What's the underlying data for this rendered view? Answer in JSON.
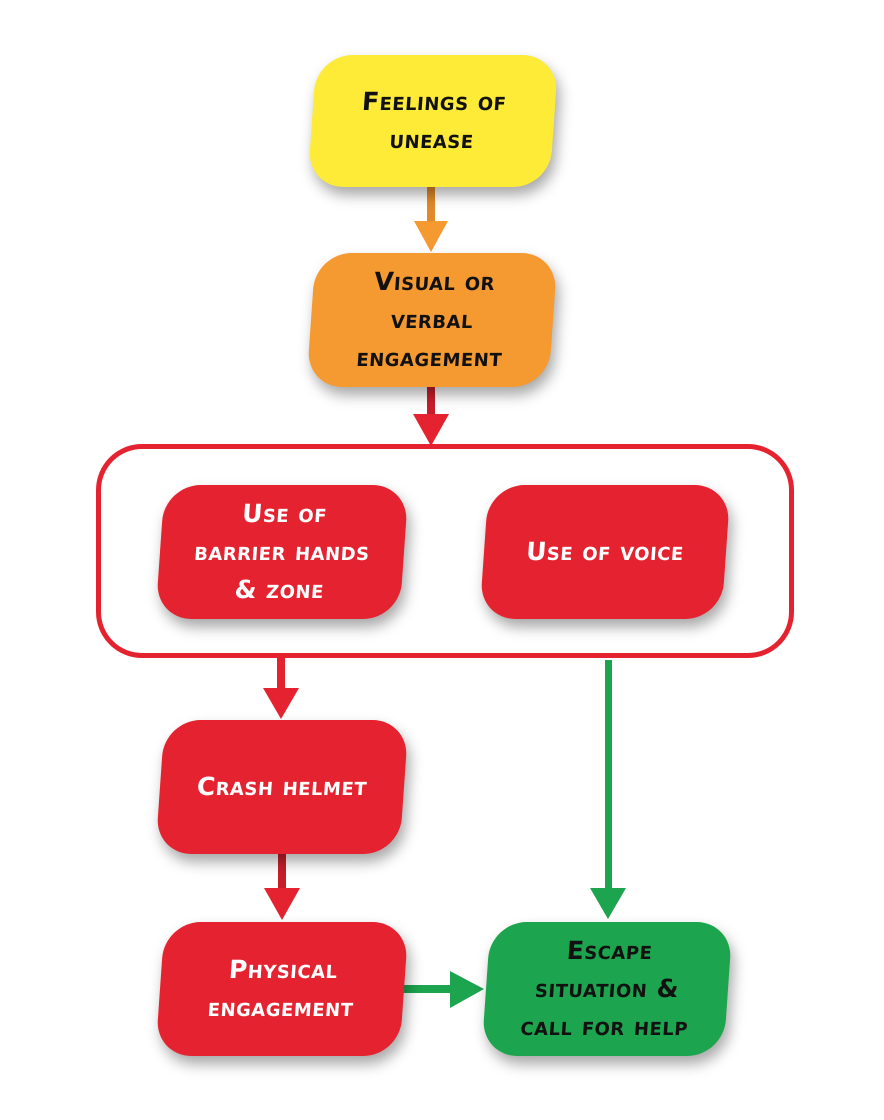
{
  "diagram": {
    "type": "flowchart",
    "colors": {
      "yellow": "#fdeb37",
      "orange": "#f59a31",
      "red": "#e52330",
      "green": "#1da44f",
      "text_dark": "#111111",
      "text_light": "#ffffff"
    },
    "nodes": {
      "unease": {
        "label": "Feelings of unease",
        "lines": [
          "Feelings of",
          "unease"
        ]
      },
      "engagement": {
        "label": "Visual or verbal engagement",
        "lines": [
          "Visual or",
          "verbal",
          "engagement"
        ]
      },
      "barrier": {
        "label": "Use of barrier hands & zone",
        "lines": [
          "Use of",
          "barrier hands",
          "& zone"
        ]
      },
      "voice": {
        "label": "Use of voice",
        "lines": [
          "Use of voice"
        ]
      },
      "helmet": {
        "label": "Crash helmet",
        "lines": [
          "Crash helmet"
        ]
      },
      "physical": {
        "label": "Physical engagement",
        "lines": [
          "Physical",
          "engagement"
        ]
      },
      "escape": {
        "label": "Escape situation & call for help",
        "lines": [
          "Escape",
          "situation &",
          "call for help"
        ]
      }
    },
    "edges": [
      {
        "from": "unease",
        "to": "engagement",
        "color": "orange"
      },
      {
        "from": "engagement",
        "to": "group",
        "color": "red"
      },
      {
        "from": "group",
        "to": "helmet",
        "color": "red"
      },
      {
        "from": "group",
        "to": "escape",
        "color": "green"
      },
      {
        "from": "helmet",
        "to": "physical",
        "color": "red"
      },
      {
        "from": "physical",
        "to": "escape",
        "color": "green"
      }
    ]
  }
}
